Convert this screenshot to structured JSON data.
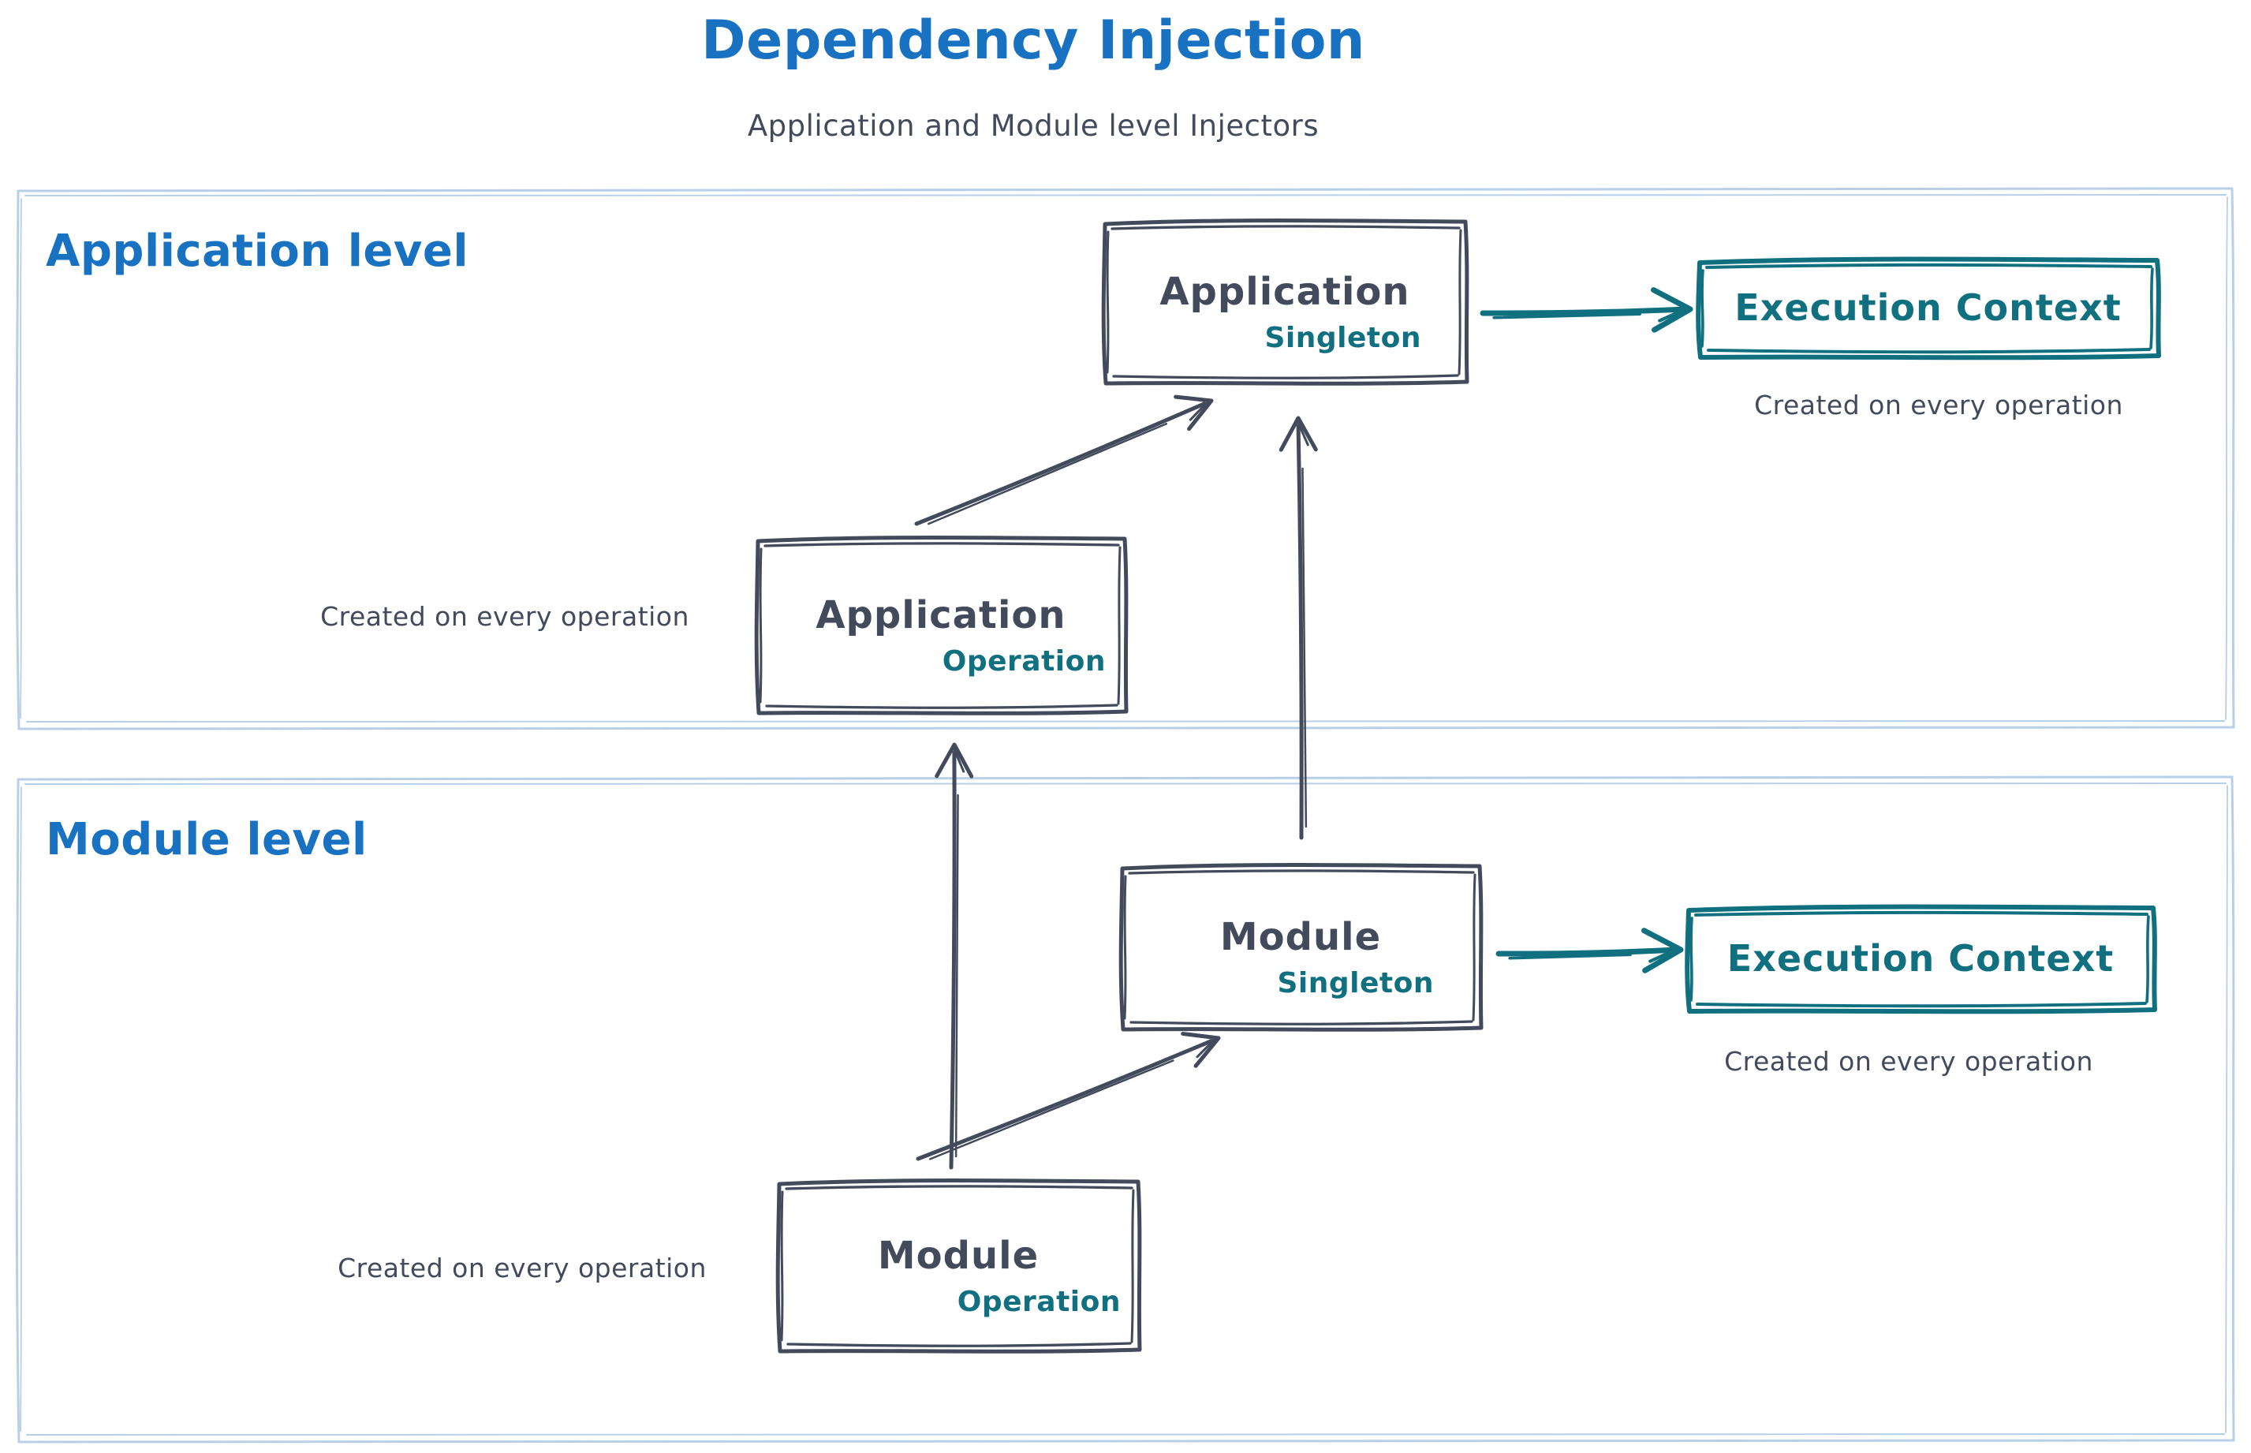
{
  "title": "Dependency Injection",
  "subtitle": "Application and Module level Injectors",
  "colors": {
    "blue": "#1971c2",
    "teal": "#11707f",
    "slate": "#434a5c",
    "container_border": "#b7cfe9",
    "background": "#ffffff"
  },
  "sections": [
    {
      "label": "Application level",
      "boxes": [
        {
          "name": "Application",
          "scope": "Singleton"
        },
        {
          "name": "Application",
          "scope": "Operation"
        }
      ],
      "execution_context": {
        "label": "Execution Context",
        "note": "Created on every operation"
      },
      "operation_note": "Created on every operation"
    },
    {
      "label": "Module level",
      "boxes": [
        {
          "name": "Module",
          "scope": "Singleton"
        },
        {
          "name": "Module",
          "scope": "Operation"
        }
      ],
      "execution_context": {
        "label": "Execution Context",
        "note": "Created on every operation"
      },
      "operation_note": "Created on every operation"
    }
  ],
  "arrows": [
    {
      "from": "Application Singleton",
      "to": "Execution Context"
    },
    {
      "from": "Application Operation",
      "to": "Application Singleton"
    },
    {
      "from": "Module Singleton",
      "to": "Application Singleton"
    },
    {
      "from": "Module Operation",
      "to": "Application Operation"
    },
    {
      "from": "Module Operation",
      "to": "Module Singleton"
    },
    {
      "from": "Module Singleton",
      "to": "Execution Context"
    }
  ]
}
